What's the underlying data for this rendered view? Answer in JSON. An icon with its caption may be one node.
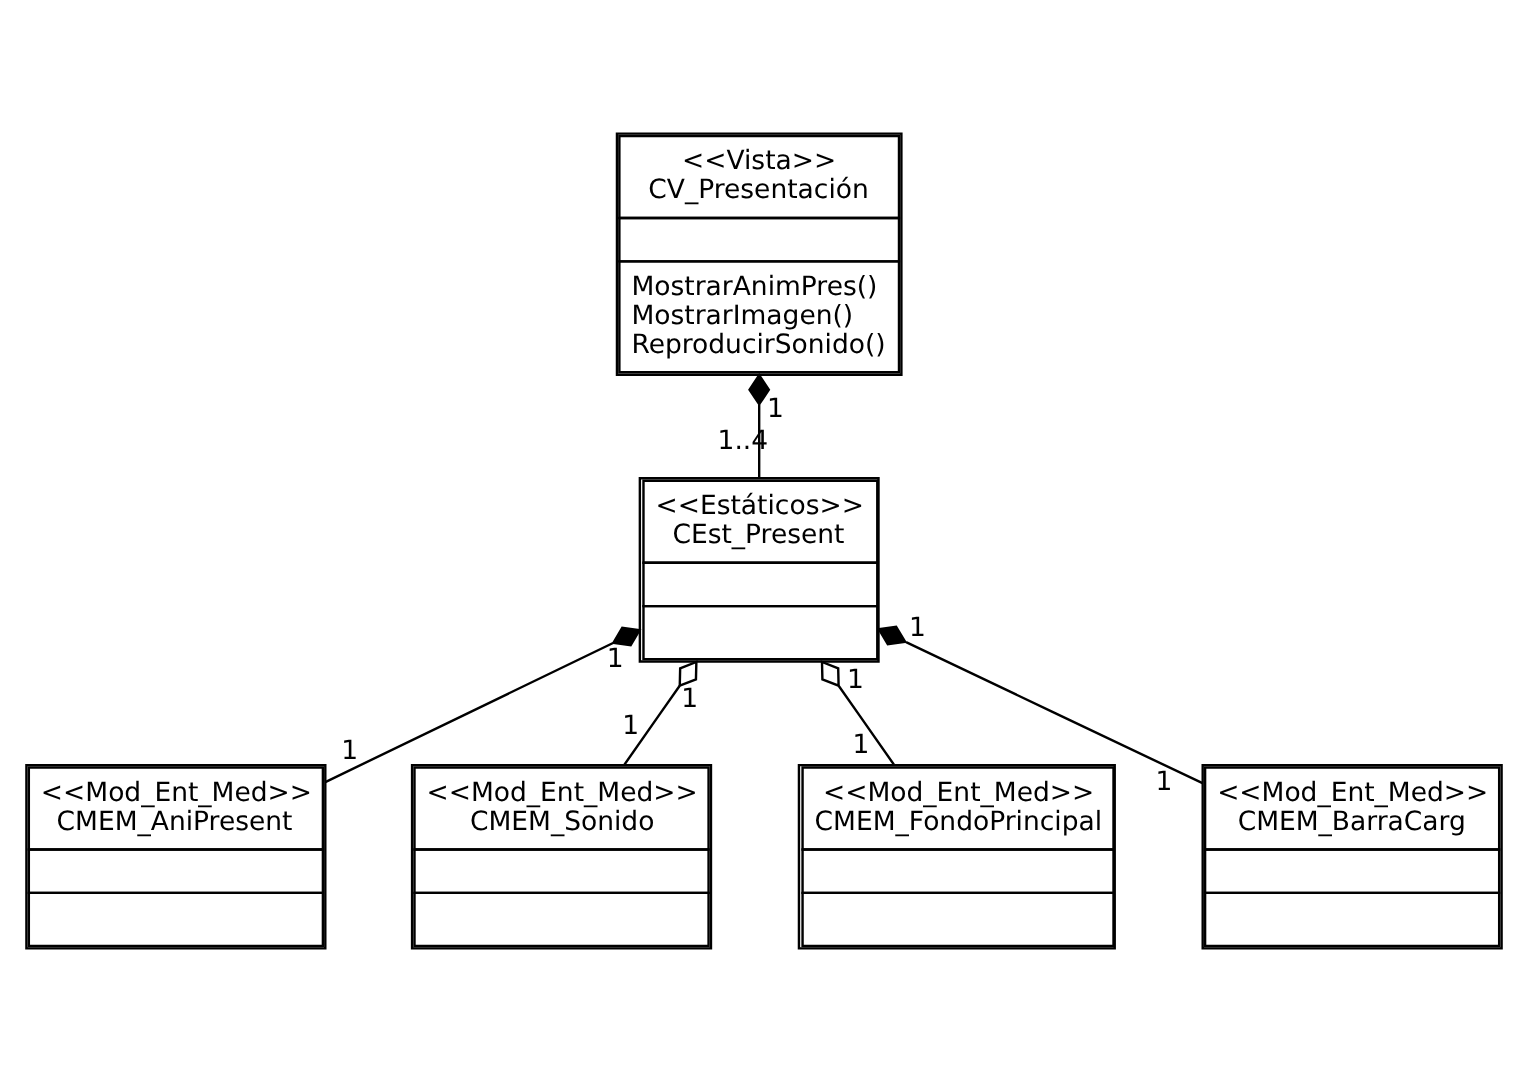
{
  "diagram": {
    "nodes": [
      {
        "text": [
          "<<Vista>>",
          "CV_Presentación",
          "MostrarAnimPres()",
          "MostrarImagen()",
          "ReproducirSonido()"
        ]
      },
      {
        "text": [
          "<<Estáticos>>",
          "CEst_Present"
        ]
      },
      {
        "text": [
          "<<Mod_Ent_Med>>",
          "CMEM_AniPresent"
        ]
      },
      {
        "text": [
          "<<Mod_Ent_Med>>",
          "CMEM_Sonido"
        ]
      },
      {
        "text": [
          "<<Mod_Ent_Med>>",
          "CMEM_FondoPrincipal"
        ]
      },
      {
        "text": [
          "<<Mod_Ent_Med>>",
          "CMEM_BarraCarg"
        ]
      }
    ],
    "edges": [
      {
        "from": 1,
        "to": 0,
        "arrow": "other"
      },
      {
        "from": 2,
        "to": 1,
        "arrow": "other"
      },
      {
        "from": 4,
        "to": 1,
        "arrow": "other"
      },
      {
        "from": 5,
        "to": 1,
        "arrow": "other"
      },
      {
        "from": 3,
        "to": 1,
        "arrow": "other"
      }
    ],
    "labels": [
      "1",
      "1..4",
      "1",
      "1",
      "1",
      "1",
      "1",
      "1",
      "1",
      "1"
    ]
  }
}
